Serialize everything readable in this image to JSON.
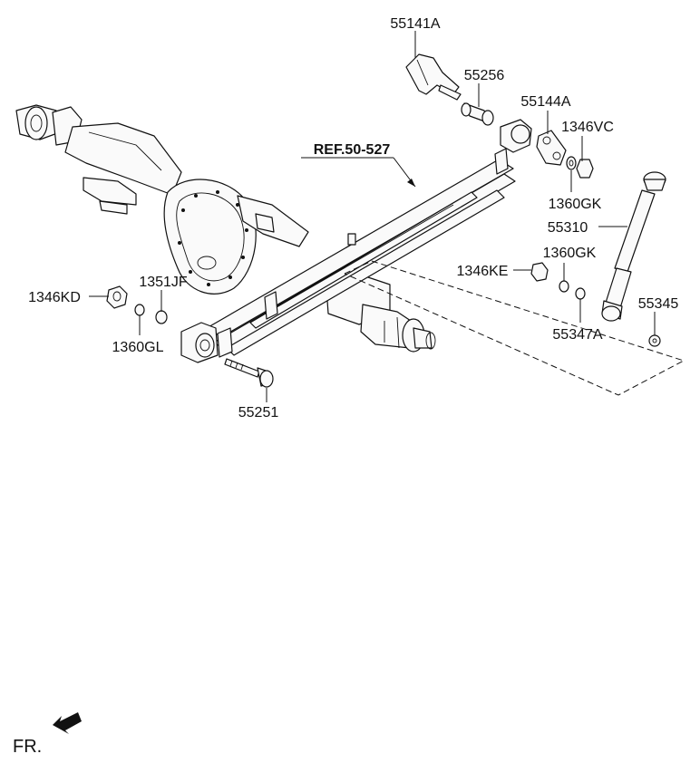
{
  "diagram": {
    "labels": {
      "p55141A": "55141A",
      "p55256": "55256",
      "p55144A": "55144A",
      "p1346VC": "1346VC",
      "p1360GK_top": "1360GK",
      "p55310": "55310",
      "p1360GK_mid": "1360GK",
      "p1346KE": "1346KE",
      "p55345": "55345",
      "p55347A": "55347A",
      "p1346KD": "1346KD",
      "p1351JF": "1351JF",
      "p1360GL": "1360GL",
      "p55251": "55251",
      "ref": "REF.50-527"
    },
    "front_indicator": "FR."
  }
}
